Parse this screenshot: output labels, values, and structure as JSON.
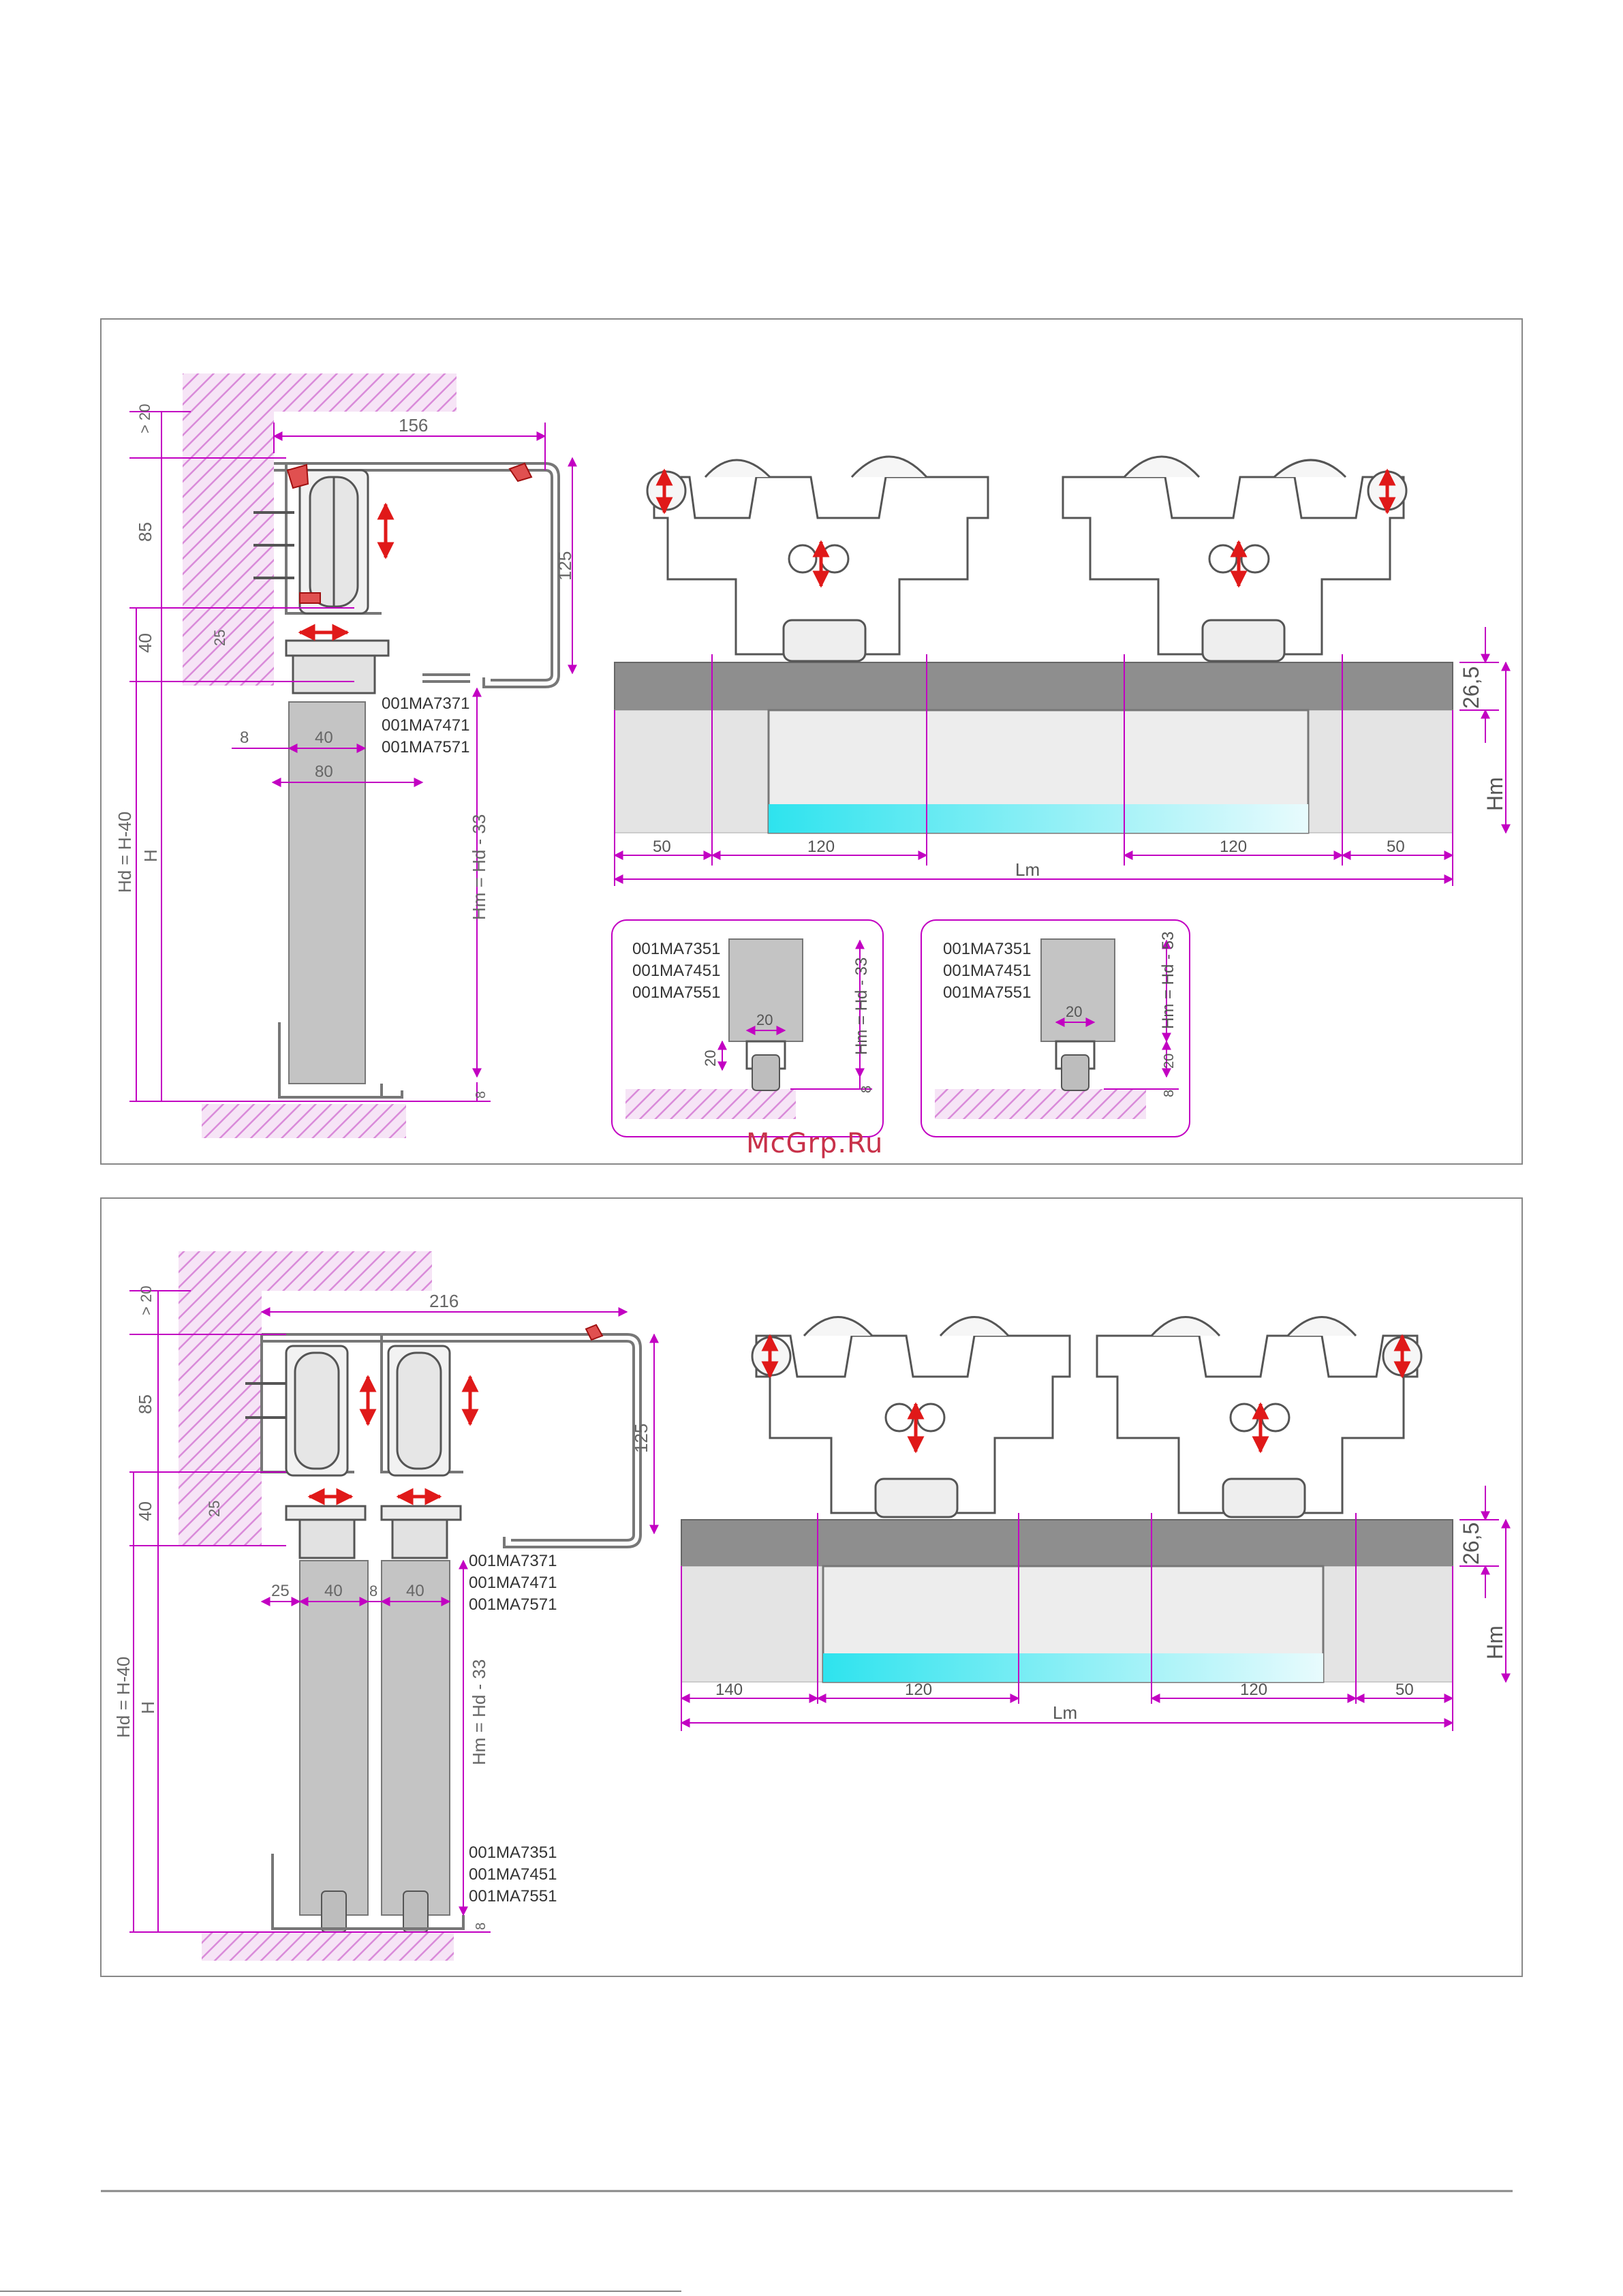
{
  "watermark": "McGrp.Ru",
  "panel1": {
    "section": {
      "dims": {
        "top_gap": "> 20",
        "height_85": "85",
        "height_40": "40",
        "inner_25": "25",
        "width_156": "156",
        "height_125": "125",
        "d8": "8",
        "w40": "40",
        "w80": "80",
        "hd": "Hd = H-40",
        "h": "H",
        "hm": "Hm = Hd - 33",
        "bottom_8": "8"
      },
      "codes_top": [
        "001MA7371",
        "001MA7471",
        "001MA7571"
      ]
    },
    "elevation": {
      "dims": {
        "d50_left": "50",
        "d120_left": "120",
        "d120_right": "120",
        "d50_right": "50",
        "lm": "Lm",
        "d26_5": "26,5",
        "hm": "Hm"
      }
    },
    "detail_a": {
      "codes": [
        "001MA7351",
        "001MA7451",
        "001MA7551"
      ],
      "dims": {
        "w20": "20",
        "h20": "20",
        "hm": "Hm = Hd - 33",
        "d8": "8"
      }
    },
    "detail_b": {
      "codes": [
        "001MA7351",
        "001MA7451",
        "001MA7551"
      ],
      "dims": {
        "w20": "20",
        "hm": "Hm = Hd - 53",
        "d20": "20",
        "d8": "8"
      }
    }
  },
  "panel2": {
    "section": {
      "dims": {
        "top_gap": "> 20",
        "height_85": "85",
        "height_40": "40",
        "inner_25": "25",
        "width_216": "216",
        "height_125": "125",
        "d25": "25",
        "w40a": "40",
        "d8": "8",
        "w40b": "40",
        "hd": "Hd = H-40",
        "h": "H",
        "hm": "Hm = Hd - 33",
        "bottom_8": "8"
      },
      "codes_top": [
        "001MA7371",
        "001MA7471",
        "001MA7571"
      ],
      "codes_bottom": [
        "001MA7351",
        "001MA7451",
        "001MA7551"
      ]
    },
    "elevation": {
      "dims": {
        "d140": "140",
        "d120_left": "120",
        "d120_right": "120",
        "d50": "50",
        "lm": "Lm",
        "d26_5": "26,5",
        "hm": "Hm"
      }
    }
  },
  "colors": {
    "dimension": "#c200c2",
    "hatch": "#d98ad9",
    "arrow": "#e01919",
    "glass": "#34e6f0",
    "door": "#c4c4c4",
    "track": "#8e8e8e",
    "frame": "#777777"
  }
}
